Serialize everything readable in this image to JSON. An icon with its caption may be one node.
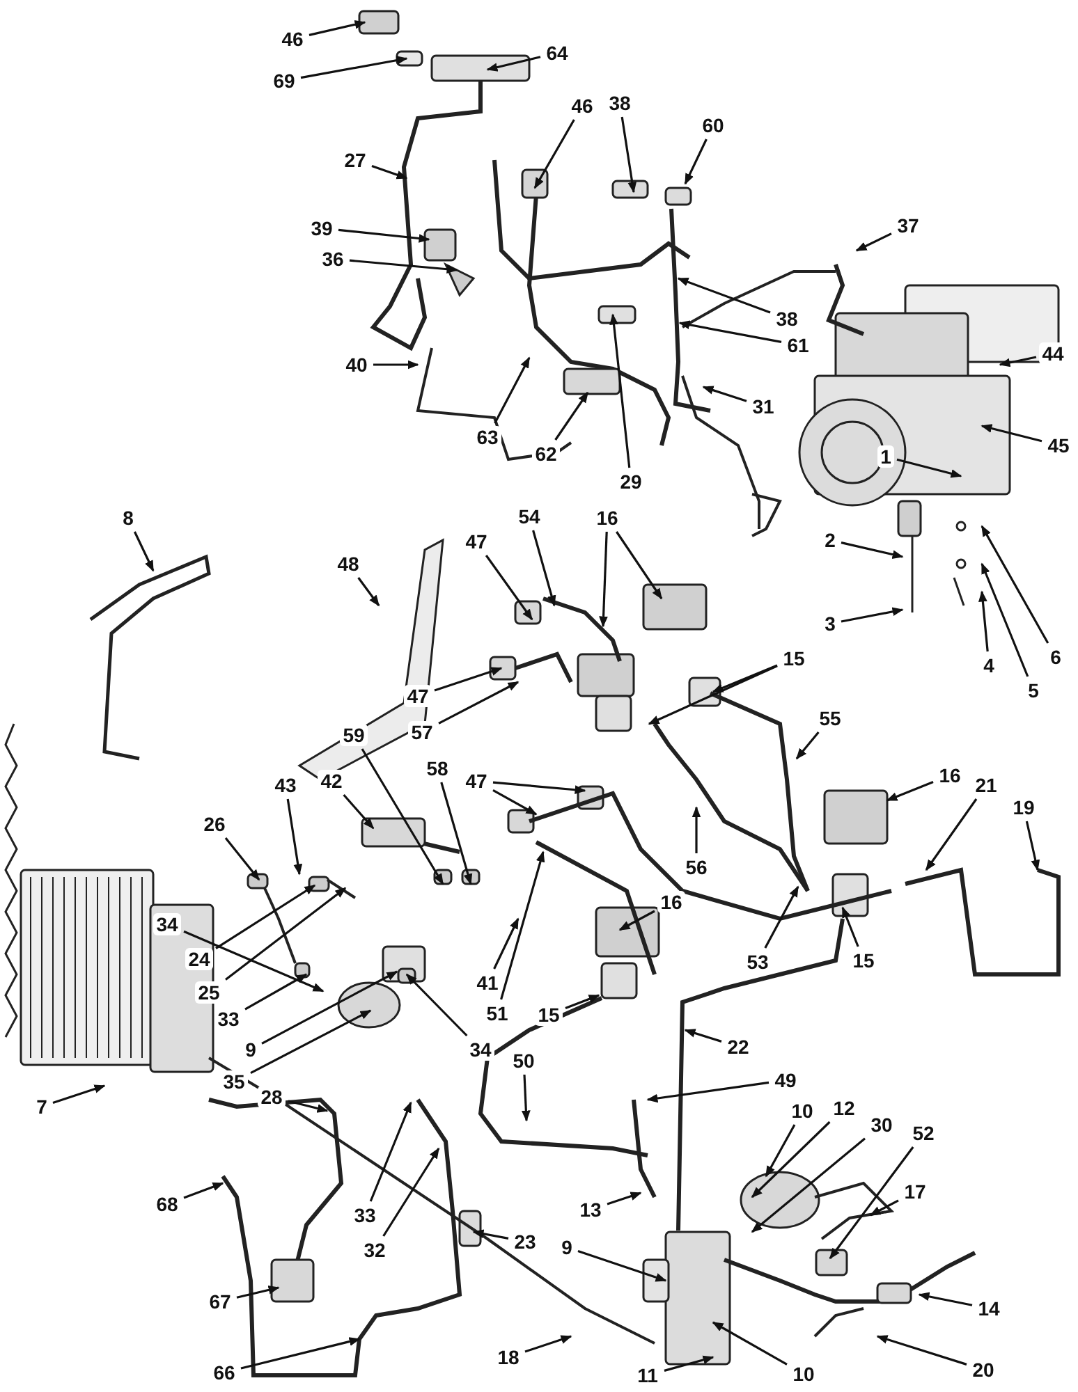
{
  "diagram": {
    "nodes": [
      {
        "text": [
          "46"
        ]
      },
      {
        "text": [
          "69"
        ]
      },
      {
        "text": [
          "64"
        ]
      },
      {
        "text": [
          "27"
        ]
      },
      {
        "text": [
          "46"
        ]
      },
      {
        "text": [
          "38"
        ]
      },
      {
        "text": [
          "60"
        ]
      },
      {
        "text": [
          "39"
        ]
      },
      {
        "text": [
          "36"
        ]
      },
      {
        "text": [
          "37"
        ]
      },
      {
        "text": [
          "38"
        ]
      },
      {
        "text": [
          "29"
        ]
      },
      {
        "text": [
          "61"
        ]
      },
      {
        "text": [
          "44"
        ]
      },
      {
        "text": [
          "40"
        ]
      },
      {
        "text": [
          "63"
        ]
      },
      {
        "text": [
          "31"
        ]
      },
      {
        "text": [
          "62"
        ]
      },
      {
        "text": [
          "45"
        ]
      },
      {
        "text": [
          "1"
        ]
      },
      {
        "text": [
          "8"
        ]
      },
      {
        "text": [
          "6"
        ]
      },
      {
        "text": [
          "48"
        ]
      },
      {
        "text": [
          "54"
        ]
      },
      {
        "text": [
          "47"
        ]
      },
      {
        "text": [
          "16"
        ]
      },
      {
        "text": [
          "2"
        ]
      },
      {
        "text": [
          "5"
        ]
      },
      {
        "text": [
          "3"
        ]
      },
      {
        "text": [
          "4"
        ]
      },
      {
        "text": [
          "47"
        ]
      },
      {
        "text": [
          "57"
        ]
      },
      {
        "text": [
          "15"
        ]
      },
      {
        "text": [
          "55"
        ]
      },
      {
        "text": [
          "56"
        ]
      },
      {
        "text": [
          "16"
        ]
      },
      {
        "text": [
          "47"
        ]
      },
      {
        "text": [
          "21"
        ]
      },
      {
        "text": [
          "19"
        ]
      },
      {
        "text": [
          "42"
        ]
      },
      {
        "text": [
          "43"
        ]
      },
      {
        "text": [
          "26"
        ]
      },
      {
        "text": [
          "51"
        ]
      },
      {
        "text": [
          "24"
        ]
      },
      {
        "text": [
          "25"
        ]
      },
      {
        "text": [
          "59"
        ]
      },
      {
        "text": [
          "58"
        ]
      },
      {
        "text": [
          "53"
        ]
      },
      {
        "text": [
          "16"
        ]
      },
      {
        "text": [
          "9"
        ]
      },
      {
        "text": [
          "41"
        ]
      },
      {
        "text": [
          "15"
        ]
      },
      {
        "text": [
          "33"
        ]
      },
      {
        "text": [
          "34"
        ]
      },
      {
        "text": [
          "34"
        ]
      },
      {
        "text": [
          "35"
        ]
      },
      {
        "text": [
          "15"
        ]
      },
      {
        "text": [
          "22"
        ]
      },
      {
        "text": [
          "7"
        ]
      },
      {
        "text": [
          "49"
        ]
      },
      {
        "text": [
          "28"
        ]
      },
      {
        "text": [
          "33"
        ]
      },
      {
        "text": [
          "50"
        ]
      },
      {
        "text": [
          "10"
        ]
      },
      {
        "text": [
          "32"
        ]
      },
      {
        "text": [
          "12"
        ]
      },
      {
        "text": [
          "68"
        ]
      },
      {
        "text": [
          "13"
        ]
      },
      {
        "text": [
          "30"
        ]
      },
      {
        "text": [
          "17"
        ]
      },
      {
        "text": [
          "23"
        ]
      },
      {
        "text": [
          "9"
        ]
      },
      {
        "text": [
          "52"
        ]
      },
      {
        "text": [
          "67"
        ]
      },
      {
        "text": [
          "14"
        ]
      },
      {
        "text": [
          "10"
        ]
      },
      {
        "text": [
          "66"
        ]
      },
      {
        "text": [
          "18"
        ]
      },
      {
        "text": [
          "20"
        ]
      },
      {
        "text": [
          "11"
        ]
      }
    ],
    "edges": [
      {
        "from": 0,
        "to": null,
        "arrow": "to"
      },
      {
        "from": 1,
        "to": null,
        "arrow": "to"
      },
      {
        "from": 2,
        "to": null,
        "arrow": "to"
      },
      {
        "from": 3,
        "to": null,
        "arrow": "to"
      },
      {
        "from": 4,
        "to": null,
        "arrow": "to"
      },
      {
        "from": 5,
        "to": null,
        "arrow": "to"
      },
      {
        "from": 6,
        "to": null,
        "arrow": "to"
      },
      {
        "from": 7,
        "to": null,
        "arrow": "to"
      },
      {
        "from": 8,
        "to": null,
        "arrow": "to"
      },
      {
        "from": 9,
        "to": null,
        "arrow": "to"
      },
      {
        "from": 10,
        "to": null,
        "arrow": "to"
      },
      {
        "from": 11,
        "to": null,
        "arrow": "to"
      },
      {
        "from": 12,
        "to": null,
        "arrow": "to"
      },
      {
        "from": 13,
        "to": null,
        "arrow": "to"
      },
      {
        "from": 14,
        "to": null,
        "arrow": "to"
      },
      {
        "from": 15,
        "to": null,
        "arrow": "to"
      },
      {
        "from": 16,
        "to": null,
        "arrow": "to"
      },
      {
        "from": 17,
        "to": null,
        "arrow": "to"
      },
      {
        "from": 18,
        "to": null,
        "arrow": "to"
      },
      {
        "from": 19,
        "to": null,
        "arrow": "to"
      },
      {
        "from": 20,
        "to": null,
        "arrow": "to"
      },
      {
        "from": 21,
        "to": null,
        "arrow": "to"
      },
      {
        "from": 22,
        "to": null,
        "arrow": "to"
      },
      {
        "from": 23,
        "to": null,
        "arrow": "to"
      },
      {
        "from": 24,
        "to": null,
        "arrow": "to"
      },
      {
        "from": 25,
        "to": null,
        "arrow": "to"
      },
      {
        "from": 25,
        "to": null,
        "arrow": "to"
      },
      {
        "from": 26,
        "to": null,
        "arrow": "to"
      },
      {
        "from": 27,
        "to": null,
        "arrow": "to"
      },
      {
        "from": 28,
        "to": null,
        "arrow": "to"
      },
      {
        "from": 29,
        "to": null,
        "arrow": "to"
      },
      {
        "from": 30,
        "to": null,
        "arrow": "to"
      },
      {
        "from": 31,
        "to": null,
        "arrow": "to"
      },
      {
        "from": 32,
        "to": null,
        "arrow": "to"
      },
      {
        "from": 32,
        "to": null,
        "arrow": "to"
      },
      {
        "from": 33,
        "to": null,
        "arrow": "to"
      },
      {
        "from": 34,
        "to": null,
        "arrow": "to"
      },
      {
        "from": 35,
        "to": null,
        "arrow": "to"
      },
      {
        "from": 36,
        "to": null,
        "arrow": "to"
      },
      {
        "from": 36,
        "to": null,
        "arrow": "to"
      },
      {
        "from": 37,
        "to": null,
        "arrow": "to"
      },
      {
        "from": 38,
        "to": null,
        "arrow": "to"
      },
      {
        "from": 39,
        "to": null,
        "arrow": "to"
      },
      {
        "from": 40,
        "to": null,
        "arrow": "to"
      },
      {
        "from": 41,
        "to": null,
        "arrow": "to"
      },
      {
        "from": 42,
        "to": null,
        "arrow": "to"
      },
      {
        "from": 43,
        "to": null,
        "arrow": "to"
      },
      {
        "from": 44,
        "to": null,
        "arrow": "to"
      },
      {
        "from": 45,
        "to": null,
        "arrow": "to"
      },
      {
        "from": 46,
        "to": null,
        "arrow": "to"
      },
      {
        "from": 47,
        "to": null,
        "arrow": "to"
      },
      {
        "from": 48,
        "to": null,
        "arrow": "to"
      },
      {
        "from": 49,
        "to": null,
        "arrow": "to"
      },
      {
        "from": 50,
        "to": null,
        "arrow": "to"
      },
      {
        "from": 51,
        "to": null,
        "arrow": "to"
      },
      {
        "from": 52,
        "to": null,
        "arrow": "to"
      },
      {
        "from": 53,
        "to": null,
        "arrow": "to"
      },
      {
        "from": 54,
        "to": null,
        "arrow": "to"
      },
      {
        "from": 55,
        "to": null,
        "arrow": "to"
      },
      {
        "from": 56,
        "to": null,
        "arrow": "to"
      },
      {
        "from": 57,
        "to": null,
        "arrow": "to"
      },
      {
        "from": 58,
        "to": null,
        "arrow": "to"
      },
      {
        "from": 59,
        "to": null,
        "arrow": "to"
      },
      {
        "from": 60,
        "to": null,
        "arrow": "to"
      },
      {
        "from": 61,
        "to": null,
        "arrow": "to"
      },
      {
        "from": 62,
        "to": null,
        "arrow": "to"
      },
      {
        "from": 63,
        "to": null,
        "arrow": "to"
      },
      {
        "from": 64,
        "to": null,
        "arrow": "to"
      },
      {
        "from": 65,
        "to": null,
        "arrow": "to"
      },
      {
        "from": 66,
        "to": null,
        "arrow": "to"
      },
      {
        "from": 67,
        "to": null,
        "arrow": "to"
      },
      {
        "from": 68,
        "to": null,
        "arrow": "to"
      },
      {
        "from": 69,
        "to": null,
        "arrow": "to"
      },
      {
        "from": 70,
        "to": null,
        "arrow": "to"
      },
      {
        "from": 71,
        "to": null,
        "arrow": "to"
      },
      {
        "from": 72,
        "to": null,
        "arrow": "to"
      },
      {
        "from": 73,
        "to": null,
        "arrow": "to"
      },
      {
        "from": 74,
        "to": null,
        "arrow": "to"
      },
      {
        "from": 75,
        "to": null,
        "arrow": "to"
      },
      {
        "from": 76,
        "to": null,
        "arrow": "to"
      },
      {
        "from": 77,
        "to": null,
        "arrow": "to"
      },
      {
        "from": 78,
        "to": null,
        "arrow": "to"
      },
      {
        "from": 79,
        "to": null,
        "arrow": "to"
      }
    ]
  }
}
